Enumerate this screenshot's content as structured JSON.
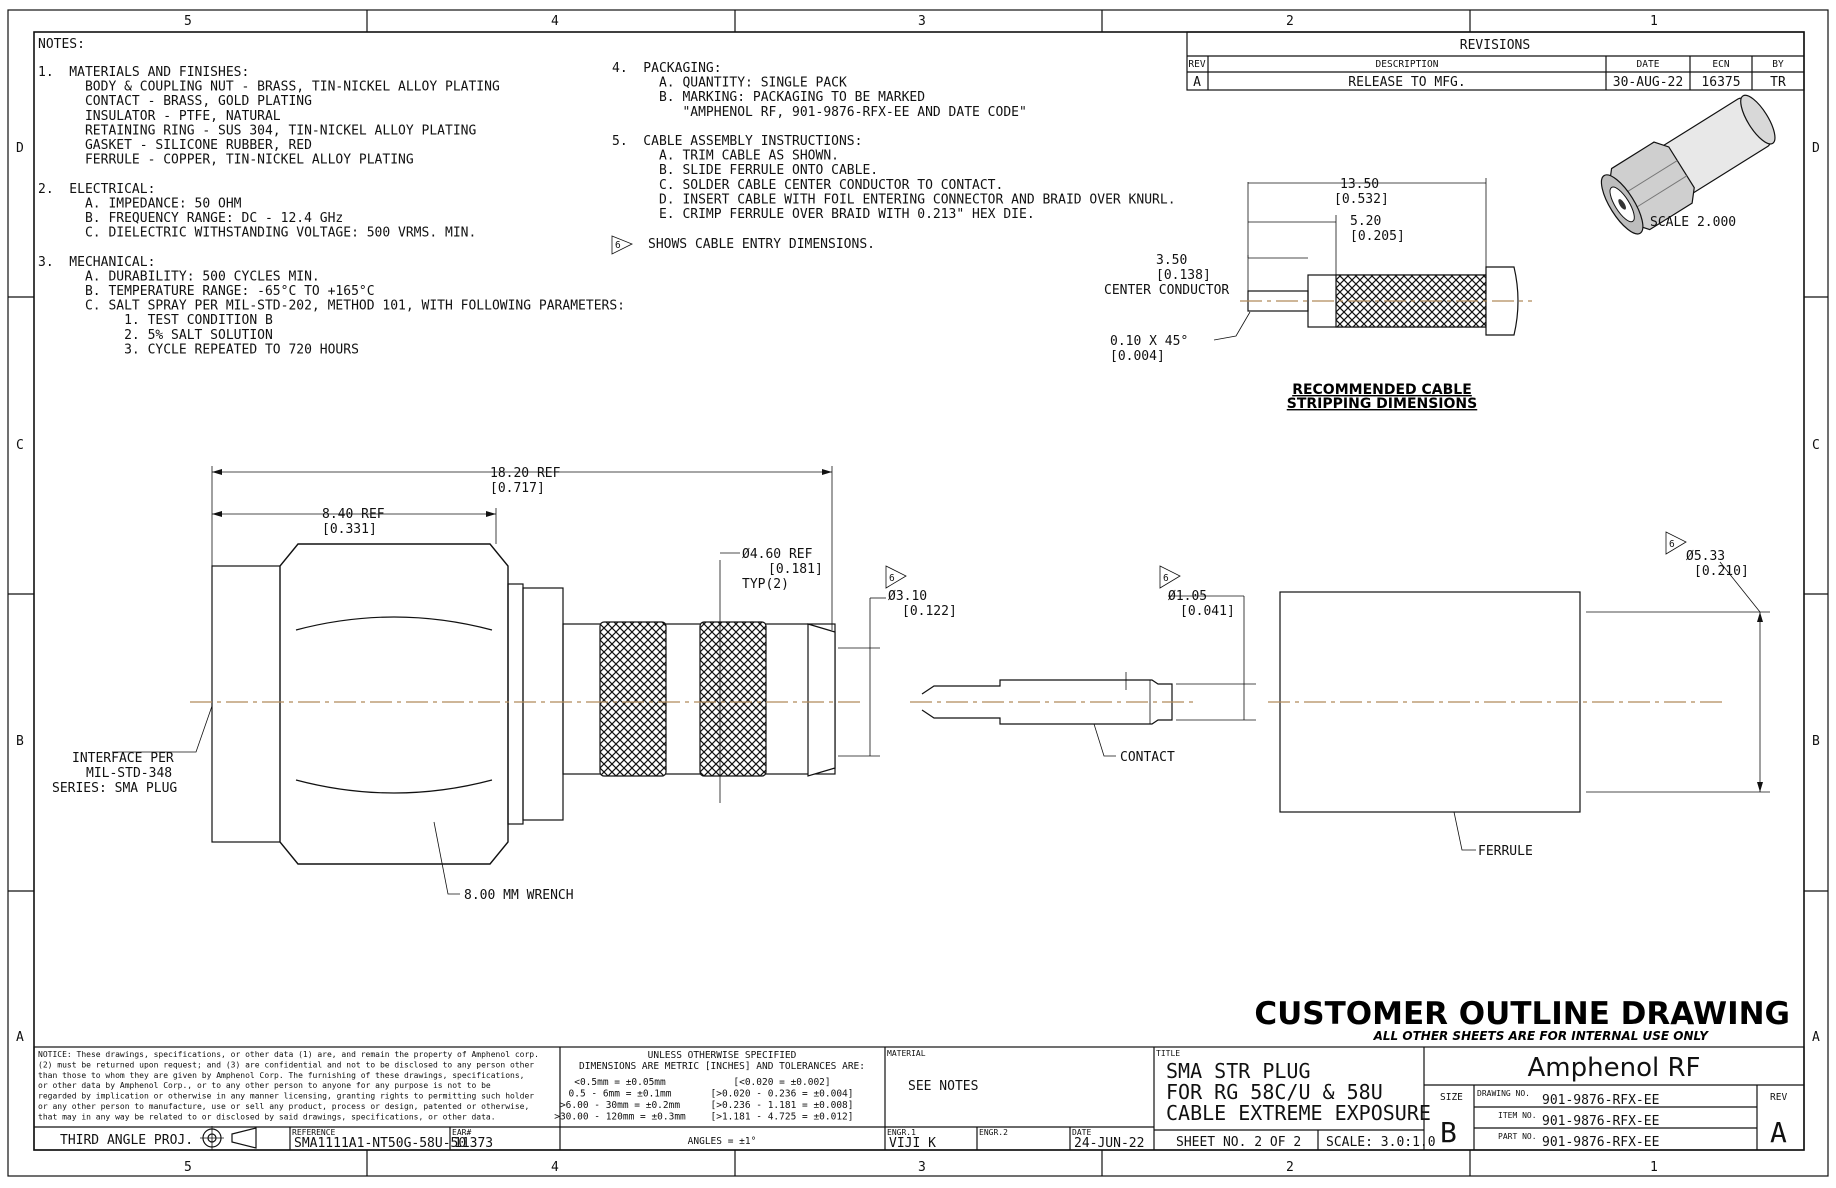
{
  "border": {
    "cols_top": [
      "5",
      "4",
      "3",
      "2",
      "1"
    ],
    "rows": [
      "D",
      "C",
      "B",
      "A"
    ]
  },
  "notes": {
    "heading": "NOTES:",
    "left": [
      "1.  MATERIALS AND FINISHES:",
      "      BODY & COUPLING NUT - BRASS, TIN-NICKEL ALLOY PLATING",
      "      CONTACT - BRASS, GOLD PLATING",
      "      INSULATOR - PTFE, NATURAL",
      "      RETAINING RING - SUS 304, TIN-NICKEL ALLOY PLATING",
      "      GASKET - SILICONE RUBBER, RED",
      "      FERRULE - COPPER, TIN-NICKEL ALLOY PLATING",
      "",
      "2.  ELECTRICAL:",
      "      A. IMPEDANCE: 50 OHM",
      "      B. FREQUENCY RANGE: DC - 12.4 GHz",
      "      C. DIELECTRIC WITHSTANDING VOLTAGE: 500 VRMS. MIN.",
      "",
      "3.  MECHANICAL:",
      "      A. DURABILITY: 500 CYCLES MIN.",
      "      B. TEMPERATURE RANGE: -65°C TO +165°C",
      "      C. SALT SPRAY PER MIL-STD-202, METHOD 101, WITH FOLLOWING PARAMETERS:",
      "           1. TEST CONDITION B",
      "           2. 5% SALT SOLUTION",
      "           3. CYCLE REPEATED TO 720 HOURS"
    ],
    "right": [
      "4.  PACKAGING:",
      "      A. QUANTITY: SINGLE PACK",
      "      B. MARKING: PACKAGING TO BE MARKED",
      "         \"AMPHENOL RF, 901-9876-RFX-EE AND DATE CODE\"",
      "",
      "5.  CABLE ASSEMBLY INSTRUCTIONS:",
      "      A. TRIM CABLE AS SHOWN.",
      "      B. SLIDE FERRULE ONTO CABLE.",
      "      C. SOLDER CABLE CENTER CONDUCTOR TO CONTACT.",
      "      D. INSERT CABLE WITH FOIL ENTERING CONNECTOR AND BRAID OVER KNURL.",
      "      E. CRIMP FERRULE OVER BRAID WITH 0.213\" HEX DIE."
    ],
    "flag_note": "SHOWS CABLE ENTRY DIMENSIONS.",
    "flag_num": "6"
  },
  "revisions": {
    "title": "REVISIONS",
    "headers": [
      "REV",
      "DESCRIPTION",
      "DATE",
      "ECN",
      "BY"
    ],
    "row": [
      "A",
      "RELEASE TO MFG.",
      "30-AUG-22",
      "16375",
      "TR"
    ]
  },
  "iso_view": {
    "scale_label": "SCALE  2.000"
  },
  "stripping": {
    "dim_total": "13.50",
    "dim_total_in": "[0.532]",
    "dim_braid": "5.20",
    "dim_braid_in": "[0.205]",
    "dim_cc": "3.50",
    "dim_cc_in": "[0.138]",
    "cc_label": "CENTER CONDUCTOR",
    "chamfer": "0.10    X 45°",
    "chamfer_in": "[0.004]",
    "title1": "RECOMMENDED CABLE",
    "title2": "STRIPPING DIMENSIONS"
  },
  "main_view": {
    "dim_ref": "18.20  REF",
    "dim_ref_in": "[0.717]",
    "dim_hex": "8.40  REF",
    "dim_hex_in": "[0.331]",
    "dim_knurl": "Ø4.60  REF",
    "dim_knurl_in": "[0.181]",
    "dim_knurl_typ": "TYP(2)",
    "dim_bore": "Ø3.10",
    "dim_bore_in": "[0.122]",
    "interface": [
      "INTERFACE PER",
      "MIL-STD-348",
      "SERIES: SMA PLUG"
    ],
    "wrench": "8.00 MM WRENCH",
    "dim_contact": "Ø1.05",
    "dim_contact_in": "[0.041]",
    "contact_label": "CONTACT",
    "dim_ferrule": "Ø5.33",
    "dim_ferrule_in": "[0.210]",
    "ferrule_label": "FERRULE"
  },
  "banner": {
    "title": "CUSTOMER OUTLINE DRAWING",
    "subtitle": "ALL OTHER SHEETS ARE FOR INTERNAL USE ONLY"
  },
  "title_block": {
    "notice": [
      "NOTICE: These drawings, specifications, or other data (1) are, and remain the property of Amphenol corp.",
      "(2) must be returned upon request; and (3) are confidential and not to be disclosed to any person other",
      "than those to whom they are given by Amphenol Corp. The furnishing of these drawings, specifications,",
      "or other data by Amphenol Corp., or to any other person to anyone for any purpose is not to be",
      "regarded by implication or otherwise in any manner licensing, granting rights to permitting such holder",
      "or any other person to manufacture, use or sell any product, process or design, patented or otherwise,",
      "that may in any way be related to or disclosed by said drawings, specifications, or other data."
    ],
    "projection": "THIRD ANGLE PROJ.",
    "reference_label": "REFERENCE",
    "reference": "SMA1111A1-NT50G-58U-50",
    "ear_label": "EAR#",
    "ear": "11373",
    "tol_title": "UNLESS OTHERWISE SPECIFIED",
    "tol_sub": "DIMENSIONS ARE METRIC [INCHES] AND TOLERANCES ARE:",
    "tol_left": [
      "<0.5mm = ±0.05mm",
      "0.5 - 6mm = ±0.1mm",
      ">6.00 - 30mm = ±0.2mm",
      ">30.00 - 120mm = ±0.3mm"
    ],
    "tol_right": [
      "[<0.020 = ±0.002]",
      "[>0.020 - 0.236 = ±0.004]",
      "[>0.236 - 1.181 = ±0.008]",
      "[>1.181 - 4.725 = ±0.012]"
    ],
    "angles": "ANGLES = ±1°",
    "material_label": "MATERIAL",
    "material": "SEE NOTES",
    "engr1_label": "ENGR.1",
    "engr1": "VIJI K",
    "engr2_label": "ENGR.2",
    "engr2": "",
    "date_label": "DATE",
    "date": "24-JUN-22",
    "title_label": "TITLE",
    "title_lines": [
      "SMA STR PLUG",
      "FOR RG 58C/U & 58U",
      "CABLE EXTREME EXPOSURE"
    ],
    "sheet": "SHEET NO. 2 OF 2",
    "scale": "SCALE: 3.0:1.0",
    "company": "Amphenol  RF",
    "size_label": "SIZE",
    "size": "B",
    "drawing_no_label": "DRAWING NO.",
    "drawing_no": "901-9876-RFX-EE",
    "item_no_label": "ITEM NO.",
    "item_no": "901-9876-RFX-EE",
    "part_no_label": "PART NO.",
    "part_no": "901-9876-RFX-EE",
    "rev_label": "REV",
    "rev": "A"
  }
}
